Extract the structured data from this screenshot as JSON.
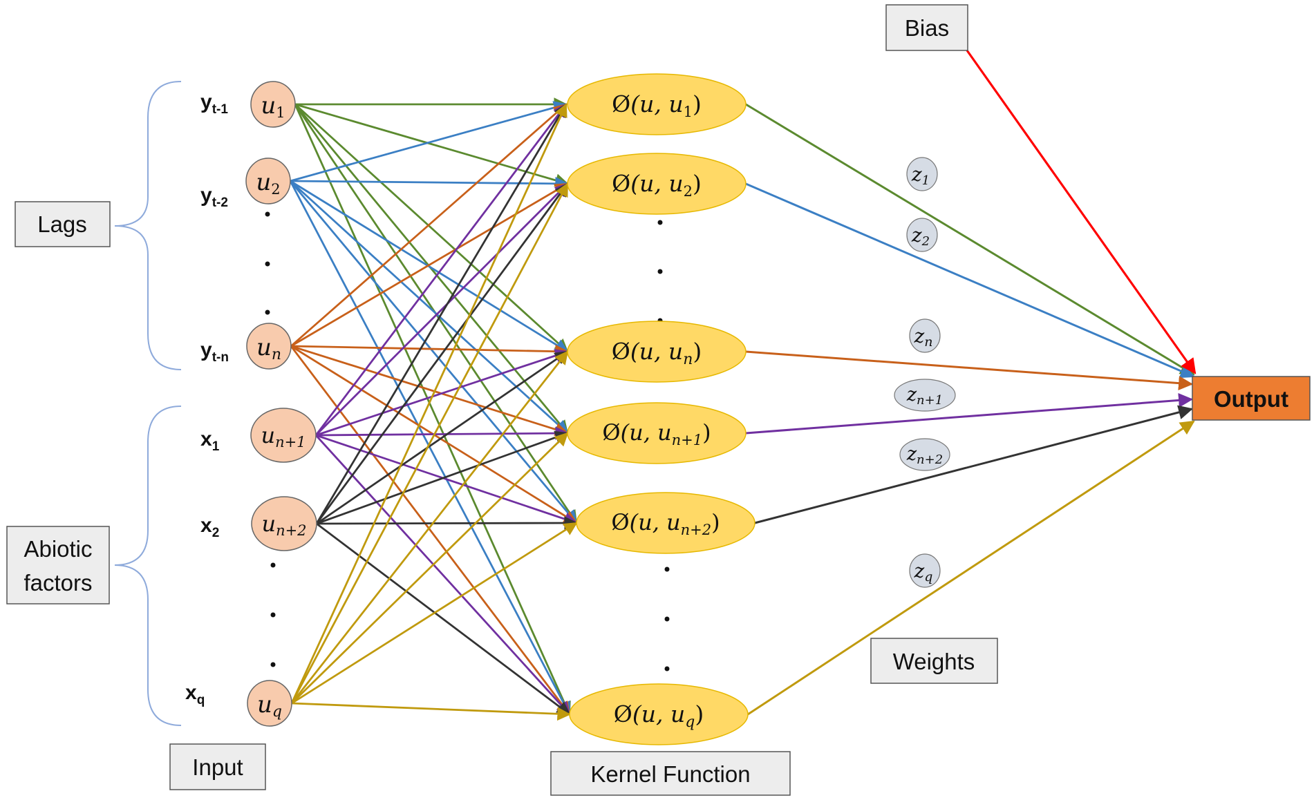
{
  "inputs": [
    {
      "label": "y",
      "label_sub": "t-1",
      "node": "u",
      "node_sub": "1",
      "color": "#5b8a2f"
    },
    {
      "label": "y",
      "label_sub": "t-2",
      "node": "u",
      "node_sub": "2",
      "color": "#3b7fc4"
    },
    {
      "label": "y",
      "label_sub": "t-n",
      "node": "u",
      "node_sub": "n",
      "color": "#c8601a"
    },
    {
      "label": "x",
      "label_sub": "1",
      "node": "u",
      "node_sub": "n+1",
      "color": "#7030a0"
    },
    {
      "label": "x",
      "label_sub": "2",
      "node": "u",
      "node_sub": "n+2",
      "color": "#333333"
    },
    {
      "label": "x",
      "label_sub": "q",
      "node": "u",
      "node_sub": "q",
      "color": "#c09a0e"
    }
  ],
  "kernels": [
    {
      "phi": "Ø",
      "text": "(u, u",
      "sub": "1",
      "close": ")",
      "color": "#5b8a2f"
    },
    {
      "phi": "Ø",
      "text": "(u, u",
      "sub": "2",
      "close": ")",
      "color": "#3b7fc4"
    },
    {
      "phi": "Ø",
      "text": "(u, u",
      "sub": "n",
      "close": ")",
      "color": "#c8601a"
    },
    {
      "phi": "Ø",
      "text": "(u, u",
      "sub": "n+1",
      "close": ")",
      "color": "#7030a0"
    },
    {
      "phi": "Ø",
      "text": "(u, u",
      "sub": "n+2",
      "close": ")",
      "color": "#333333"
    },
    {
      "phi": "Ø",
      "text": "(u, u",
      "sub": "q",
      "close": ")",
      "color": "#c09a0e"
    }
  ],
  "weights": [
    {
      "base": "z",
      "sub": "1"
    },
    {
      "base": "z",
      "sub": "2"
    },
    {
      "base": "z",
      "sub": "n"
    },
    {
      "base": "z",
      "sub": "n+1"
    },
    {
      "base": "z",
      "sub": "n+2"
    },
    {
      "base": "z",
      "sub": "q"
    }
  ],
  "boxes": {
    "lags": "Lags",
    "abiotic_line1": "Abiotic",
    "abiotic_line2": "factors",
    "input": "Input",
    "kernel": "Kernel Function",
    "weights": "Weights",
    "bias": "Bias",
    "output": "Output"
  },
  "colors": {
    "node_fill": "#f8cbad",
    "kernel_fill": "#ffd966",
    "weight_fill": "#d6dce5",
    "output_fill": "#ed7d31",
    "box_fill": "#ededed",
    "bias_line": "#ff0000",
    "brace": "#8eaadb"
  }
}
